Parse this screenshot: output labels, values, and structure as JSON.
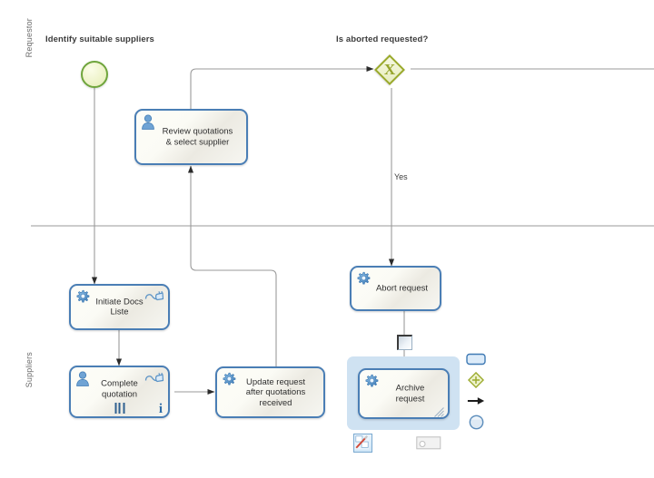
{
  "diagram": {
    "title": "BPMN purchase-request process diagram",
    "lanes": [
      {
        "id": "requestor",
        "label": "Requestor"
      },
      {
        "id": "suppliers",
        "label": "Suppliers"
      }
    ],
    "labels": {
      "start_event": "Identify suitable suppliers",
      "gateway": "Is aborted requested?",
      "yes_flow": "Yes"
    },
    "nodes": [
      {
        "id": "start",
        "type": "start-event",
        "label": "",
        "lane": "requestor"
      },
      {
        "id": "review",
        "type": "user-task",
        "label": "Review quotations\n& select supplier",
        "lane": "requestor"
      },
      {
        "id": "gateway",
        "type": "exclusive-gateway",
        "label": "",
        "marker": "X",
        "lane": "requestor"
      },
      {
        "id": "abort",
        "type": "service-task",
        "label": "Abort request",
        "lane": "requestor"
      },
      {
        "id": "initiate",
        "type": "service-task",
        "label": "Initiate Docs\nListe",
        "lane": "suppliers"
      },
      {
        "id": "complete",
        "type": "user-task",
        "label": "Complete\nquotation",
        "lane": "suppliers"
      },
      {
        "id": "update",
        "type": "service-task",
        "label": "Update request\nafter quotations\nreceived",
        "lane": "suppliers"
      },
      {
        "id": "archive",
        "type": "service-task",
        "label": "Archive\nrequest",
        "lane": "suppliers",
        "selected": true
      }
    ],
    "task_text": {
      "review_line1": "Review quotations",
      "review_line2": "& select supplier",
      "initiate_line1": "Initiate Docs",
      "initiate_line2": "Liste",
      "complete_line1": "Complete",
      "complete_line2": "quotation",
      "update_line1": "Update request",
      "update_line2": "after quotations",
      "update_line3": "received",
      "abort_line1": "Abort request",
      "archive_line1": "Archive",
      "archive_line2": "request"
    },
    "palette": [
      {
        "id": "pal-task",
        "icon": "task-shape-icon",
        "tooltip": "Task"
      },
      {
        "id": "pal-gateway",
        "icon": "gateway-shape-icon",
        "tooltip": "Gateway"
      },
      {
        "id": "pal-flow",
        "icon": "sequence-flow-icon",
        "tooltip": "Sequence flow"
      },
      {
        "id": "pal-event",
        "icon": "event-shape-icon",
        "tooltip": "Event"
      }
    ],
    "tools": [
      {
        "id": "morph-tool",
        "icon": "magic-wand-icon"
      },
      {
        "id": "label-chip",
        "icon": "label-chip-icon"
      }
    ],
    "colors": {
      "task_border": "#4a7eb5",
      "task_fill": "#faf9f3",
      "gateway_border": "#9aaa2b",
      "gateway_fill": "#eef2cd",
      "start_border": "#6fa53c",
      "selection": "#cfe2f2",
      "connector": "#9a9a9a",
      "lane_divider": "#9a9a9a",
      "icon_blue": "#4a86c6"
    }
  }
}
